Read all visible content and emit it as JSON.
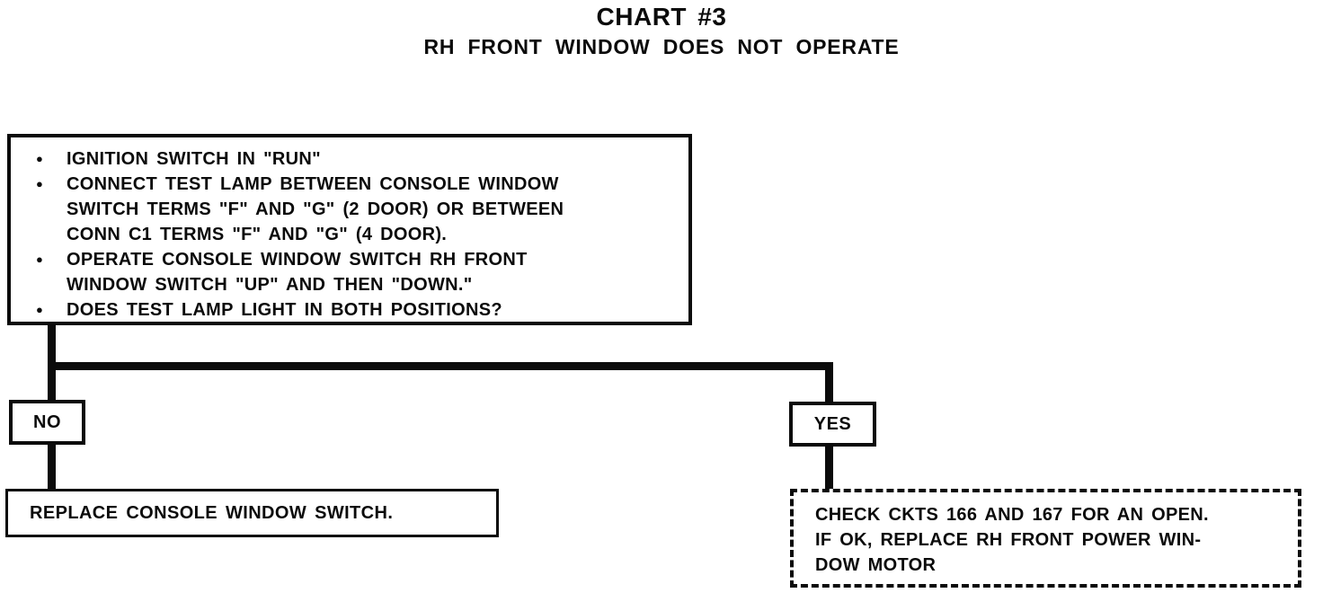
{
  "page": {
    "title": "CHART #3",
    "subtitle": "RH FRONT WINDOW DOES NOT OPERATE"
  },
  "flowchart": {
    "question_box": {
      "bullet_glyph": "●",
      "bullets": [
        {
          "lines": [
            "IGNITION SWITCH IN \"RUN\""
          ]
        },
        {
          "lines": [
            "CONNECT TEST LAMP BETWEEN CONSOLE WINDOW",
            "SWITCH TERMS \"F\" AND \"G\" (2 DOOR) OR BETWEEN",
            "CONN C1 TERMS \"F\" AND \"G\" (4 DOOR)."
          ]
        },
        {
          "lines": [
            "OPERATE CONSOLE WINDOW SWITCH RH FRONT",
            "WINDOW SWITCH \"UP\" AND THEN \"DOWN.\""
          ]
        },
        {
          "lines": [
            "DOES TEST LAMP LIGHT IN BOTH POSITIONS?"
          ]
        }
      ]
    },
    "no_branch": {
      "label": "NO",
      "action": "REPLACE CONSOLE WINDOW SWITCH."
    },
    "yes_branch": {
      "label": "YES",
      "action_lines": [
        "CHECK CKTS 166 AND 167 FOR AN OPEN.",
        "IF OK, REPLACE RH FRONT POWER WIN-",
        "DOW MOTOR"
      ]
    }
  },
  "colors": {
    "ink": "#0b0b0b",
    "paper": "#ffffff"
  }
}
